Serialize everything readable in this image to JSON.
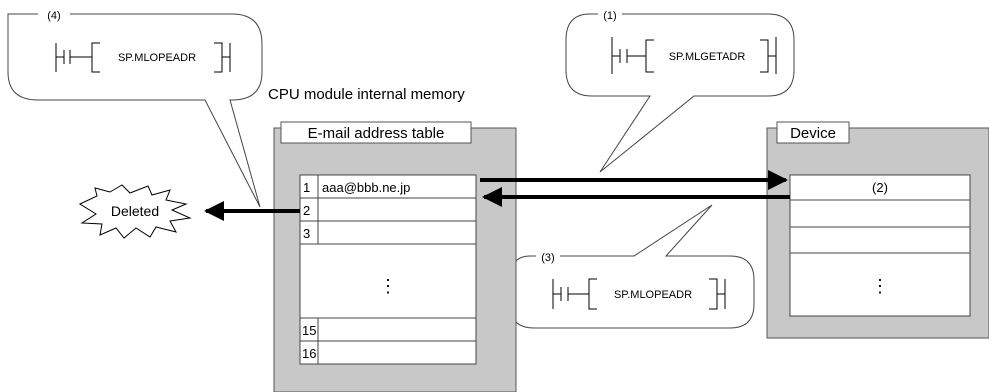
{
  "memory_label": "CPU module internal memory",
  "email_table": {
    "title": "E-mail address table",
    "rows": [
      {
        "no": "1",
        "value": "aaa@bbb.ne.jp"
      },
      {
        "no": "2",
        "value": ""
      },
      {
        "no": "3",
        "value": ""
      },
      {
        "no": "15",
        "value": ""
      },
      {
        "no": "16",
        "value": ""
      }
    ],
    "ellipsis": "⋮"
  },
  "device": {
    "title": "Device",
    "row1_label": "(2)",
    "ellipsis": "⋮"
  },
  "callouts": {
    "c1": {
      "num": "(1)",
      "instruction": "SP.MLGETADR"
    },
    "c3": {
      "num": "(3)",
      "instruction": "SP.MLOPEADR"
    },
    "c4": {
      "num": "(4)",
      "instruction": "SP.MLOPEADR"
    }
  },
  "deleted_label": "Deleted"
}
